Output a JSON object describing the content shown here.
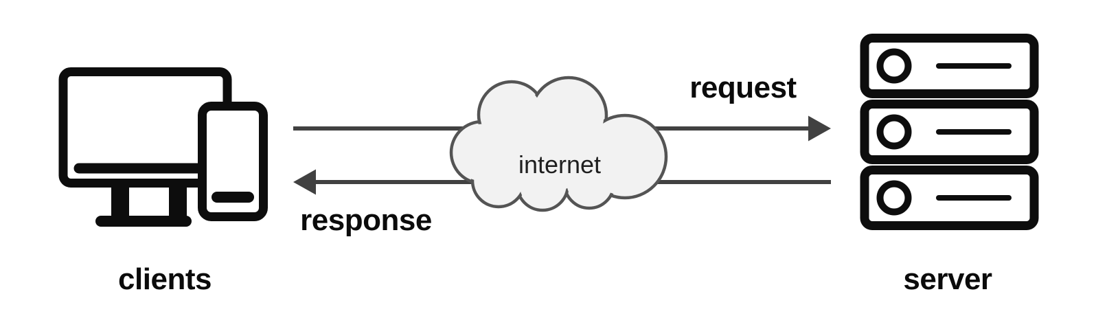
{
  "diagram": {
    "nodes": {
      "clients": {
        "label": "clients",
        "icon": "desktop-and-smartphone-icon"
      },
      "internet": {
        "label": "internet",
        "icon": "cloud-shape"
      },
      "server": {
        "label": "server",
        "icon": "server-rack-icon"
      }
    },
    "edges": {
      "request": {
        "label": "request",
        "direction": "left-to-right"
      },
      "response": {
        "label": "response",
        "direction": "right-to-left"
      }
    }
  },
  "colors": {
    "background": "#ffffff",
    "icon": "#0d0d0d",
    "arrow": "#414141",
    "cloud_fill": "#f2f2f2",
    "cloud_stroke": "#545454",
    "cloud_text": "#1f1f1f",
    "label": "#0b0b0b"
  }
}
